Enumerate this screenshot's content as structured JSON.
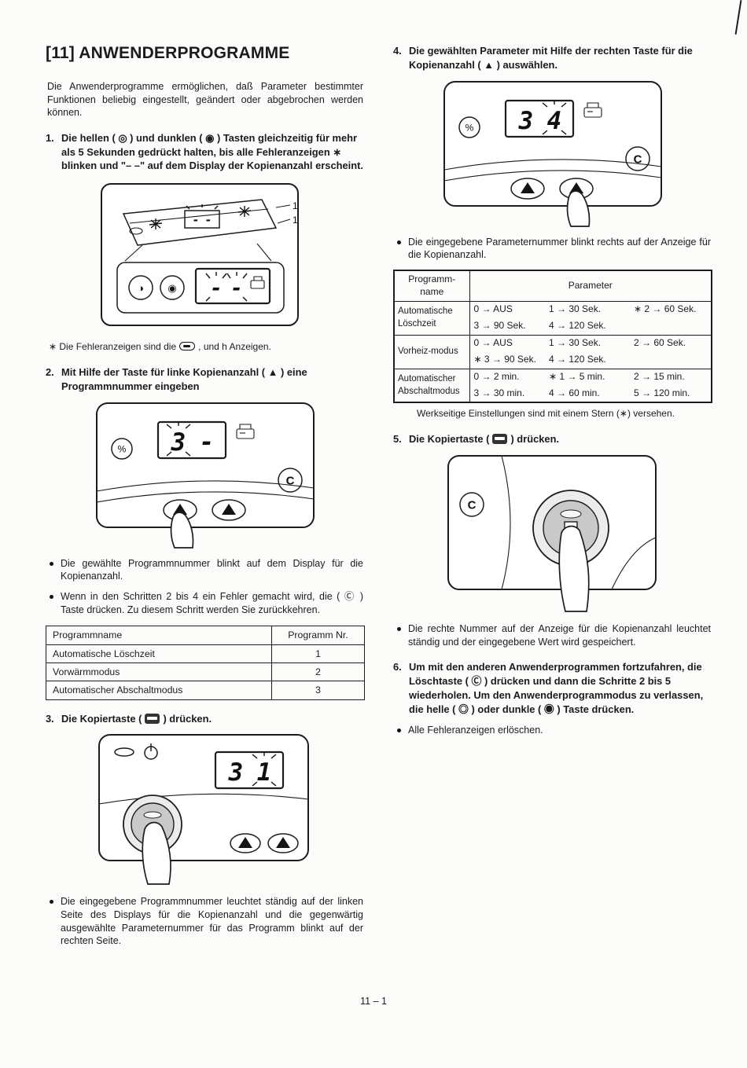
{
  "doc": {
    "title": "[11] ANWENDERPROGRAMME",
    "intro": "Die Anwenderprogramme ermöglichen, daß Parameter bestimmter Funktionen beliebig eingestellt, geändert oder abgebrochen werden können.",
    "page_number": "11 – 1"
  },
  "steps": {
    "s1": {
      "num": "1.",
      "text": "Die hellen ( ◎ ) und dunklen ( ◉ ) Tasten gleichzeitig für mehr als 5 Sekunden gedrückt halten, bis alle Fehleranzeigen ∗ blinken und \"– –\" auf dem Display der Kopienanzahl erscheint."
    },
    "s2": {
      "num": "2.",
      "text": "Mit Hilfe der Taste für linke Kopienanzahl ( ▲ ) eine Programmnummer eingeben"
    },
    "s3": {
      "num": "3.",
      "pre": "Die Kopiertaste (",
      "post": ") drücken."
    },
    "s4": {
      "num": "4.",
      "text": "Die gewählten Parameter mit Hilfe der rechten Taste für die Kopienanzahl ( ▲ ) auswählen."
    },
    "s5": {
      "num": "5.",
      "pre": "Die Kopiertaste (",
      "post": ") drücken."
    },
    "s6": {
      "num": "6.",
      "text": "Um mit den anderen Anwenderprogrammen fortzufahren, die Löschtaste ( Ⓒ ) drücken und dann die Schritte 2 bis 5 wiederholen. Um den Anwenderprogrammodus zu verlassen, die helle ( ◎ ) oder dunkle ( ◉ ) Taste drücken."
    }
  },
  "footnote": {
    "pre": "∗ Die Fehleranzeigen sind die",
    "post": ", und h Anzeigen."
  },
  "bullets": {
    "b2a": "Die gewählte Programmnummer blinkt auf dem Display für die Kopienanzahl.",
    "b2b": "Wenn in den Schritten 2 bis 4 ein Fehler gemacht wird, die ( Ⓒ ) Taste drücken. Zu diesem Schritt werden Sie zurückkehren.",
    "b3": "Die eingegebene Programmnummer leuchtet ständig auf der linken Seite des Displays für die Kopienanzahl und die gegenwärtig ausgewählte Parameternummer für das Programm blinkt auf der rechten Seite.",
    "b4": "Die eingegebene Parameternummer blinkt rechts auf der Anzeige für die Kopienanzahl.",
    "b5": "Die rechte Nummer auf der Anzeige für die Kopienanzahl leuchtet ständig und der eingegebene Wert wird gespeichert.",
    "b6": "Alle Fehleranzeigen erlöschen."
  },
  "program_table": {
    "headers": [
      "Programmname",
      "Programm Nr."
    ],
    "rows": [
      {
        "name": "Automatische Löschzeit",
        "nr": "1"
      },
      {
        "name": "Vorwärmmodus",
        "nr": "2"
      },
      {
        "name": "Automatischer Abschaltmodus",
        "nr": "3"
      }
    ]
  },
  "param_table": {
    "header_name_l1": "Programm-",
    "header_name_l2": "name",
    "header_param": "Parameter",
    "rows": [
      {
        "name": "Automatische Löschzeit",
        "line1": [
          "0 → AUS",
          "1 → 30 Sek.",
          "∗ 2 → 60 Sek."
        ],
        "line2": [
          "3 → 90 Sek.",
          "4 → 120 Sek.",
          ""
        ]
      },
      {
        "name": "Vorheiz-modus",
        "line1": [
          "0 → AUS",
          "1 → 30 Sek.",
          "2 → 60 Sek."
        ],
        "line2": [
          "∗ 3 → 90 Sek.",
          "4 → 120 Sek.",
          ""
        ]
      },
      {
        "name": "Automatischer Abschaltmodus",
        "line1": [
          "0 → 2 min.",
          "∗ 1 → 5 min.",
          "2 → 15 min."
        ],
        "line2": [
          "3 → 30 min.",
          "4 → 60 min.",
          "5 → 120 min."
        ]
      }
    ],
    "note": "Werkseitige Einstellungen sind mit einem Stern (∗) versehen."
  },
  "figures": {
    "fig1": {
      "top_d1": "-",
      "top_d2": "-",
      "d1": "-",
      "d2": "-",
      "btn1": "◑",
      "btn2": "◉",
      "callout1": "1",
      "callout2": "1"
    },
    "fig2": {
      "percent": "%",
      "d1": "3",
      "d2": "-",
      "clear": "C"
    },
    "fig3": {
      "d1": "3",
      "d2": "1"
    },
    "fig4": {
      "percent": "%",
      "d1": "3",
      "d2": "4",
      "clear": "C"
    },
    "fig5": {
      "clear": "C"
    }
  }
}
